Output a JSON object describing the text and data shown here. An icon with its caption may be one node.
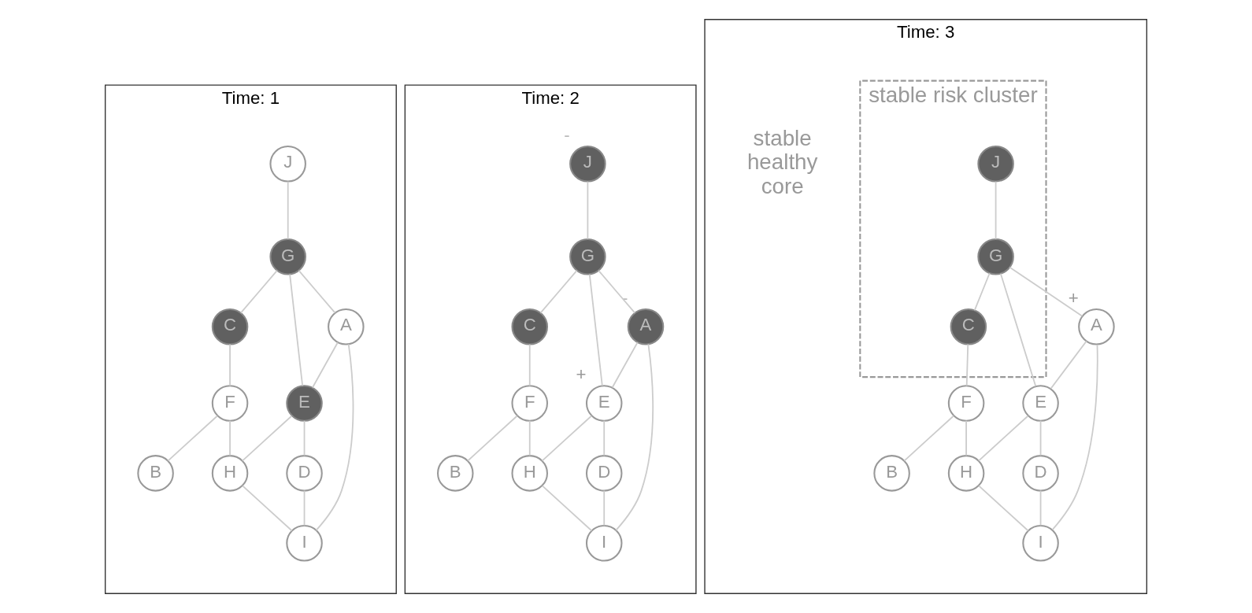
{
  "diagram": {
    "nodes": [
      {
        "text": [
          "Time: 1"
        ]
      },
      {
        "text": [
          "J"
        ],
        "in": 0
      },
      {
        "text": [
          "G"
        ],
        "in": 0
      },
      {
        "text": [
          "C"
        ],
        "in": 0
      },
      {
        "text": [
          "A"
        ],
        "in": 0
      },
      {
        "text": [
          "F"
        ],
        "in": 0
      },
      {
        "text": [
          "B"
        ],
        "in": 0
      },
      {
        "text": [
          "E"
        ],
        "in": 0
      },
      {
        "text": [
          "H"
        ],
        "in": 0
      },
      {
        "text": [
          "D"
        ],
        "in": 0
      },
      {
        "text": [
          "I"
        ],
        "in": 0
      },
      {
        "text": [
          "Time: 2"
        ]
      },
      {
        "text": [
          "J"
        ],
        "in": 11,
        "beside": [
          "-"
        ]
      },
      {
        "text": [
          "G"
        ],
        "in": 11
      },
      {
        "text": [
          "C"
        ],
        "in": 11
      },
      {
        "text": [
          "A"
        ],
        "in": 11,
        "beside": [
          "-"
        ]
      },
      {
        "text": [
          "F"
        ],
        "in": 11
      },
      {
        "text": [
          "B"
        ],
        "in": 11
      },
      {
        "text": [
          "E"
        ],
        "in": 11,
        "beside": [
          "+"
        ]
      },
      {
        "text": [
          "H"
        ],
        "in": 11
      },
      {
        "text": [
          "D"
        ],
        "in": 11
      },
      {
        "text": [
          "I"
        ],
        "in": 11
      },
      {
        "text": [
          "Time: 3"
        ]
      },
      {
        "text": [
          "stable risk cluster"
        ],
        "in": 22
      },
      {
        "text": [
          "J"
        ],
        "in": 23
      },
      {
        "text": [
          "G"
        ],
        "in": 23
      },
      {
        "text": [
          "C"
        ],
        "in": 23
      },
      {
        "text": [
          "A"
        ],
        "in": 22,
        "beside": [
          "+"
        ]
      },
      {
        "text": [
          "F"
        ],
        "in": 22
      },
      {
        "text": [
          "B"
        ],
        "in": 22
      },
      {
        "text": [
          "E"
        ],
        "in": 22
      },
      {
        "text": [
          "H"
        ],
        "in": 22
      },
      {
        "text": [
          "D"
        ],
        "in": 22
      },
      {
        "text": [
          "I"
        ],
        "in": 22
      }
    ],
    "edges": [
      {
        "from": 1,
        "to": 2,
        "arrow": "none"
      },
      {
        "from": 2,
        "to": 3,
        "arrow": "none"
      },
      {
        "from": 2,
        "to": 4,
        "arrow": "none"
      },
      {
        "from": 2,
        "to": 7,
        "arrow": "none"
      },
      {
        "from": 3,
        "to": 5,
        "arrow": "none"
      },
      {
        "from": 5,
        "to": 6,
        "arrow": "none"
      },
      {
        "from": 5,
        "to": 8,
        "arrow": "none"
      },
      {
        "from": 4,
        "to": 7,
        "arrow": "none"
      },
      {
        "from": 4,
        "to": 10,
        "arrow": "none"
      },
      {
        "from": 7,
        "to": 8,
        "arrow": "none"
      },
      {
        "from": 7,
        "to": 9,
        "arrow": "none"
      },
      {
        "from": 8,
        "to": 10,
        "arrow": "none"
      },
      {
        "from": 9,
        "to": 10,
        "arrow": "none"
      },
      {
        "from": 12,
        "to": 13,
        "arrow": "none"
      },
      {
        "from": 13,
        "to": 14,
        "arrow": "none"
      },
      {
        "from": 13,
        "to": 15,
        "arrow": "none"
      },
      {
        "from": 13,
        "to": 18,
        "arrow": "none"
      },
      {
        "from": 14,
        "to": 16,
        "arrow": "none"
      },
      {
        "from": 16,
        "to": 17,
        "arrow": "none"
      },
      {
        "from": 16,
        "to": 19,
        "arrow": "none"
      },
      {
        "from": 15,
        "to": 18,
        "arrow": "none"
      },
      {
        "from": 15,
        "to": 21,
        "arrow": "none"
      },
      {
        "from": 18,
        "to": 19,
        "arrow": "none"
      },
      {
        "from": 18,
        "to": 20,
        "arrow": "none"
      },
      {
        "from": 19,
        "to": 21,
        "arrow": "none"
      },
      {
        "from": 20,
        "to": 21,
        "arrow": "none"
      },
      {
        "from": 24,
        "to": 25,
        "arrow": "none"
      },
      {
        "from": 25,
        "to": 26,
        "arrow": "none"
      },
      {
        "from": 25,
        "to": 27,
        "arrow": "none"
      },
      {
        "from": 25,
        "to": 30,
        "arrow": "none"
      },
      {
        "from": 26,
        "to": 28,
        "arrow": "none"
      },
      {
        "from": 28,
        "to": 29,
        "arrow": "none"
      },
      {
        "from": 28,
        "to": 31,
        "arrow": "none"
      },
      {
        "from": 27,
        "to": 30,
        "arrow": "none"
      },
      {
        "from": 27,
        "to": 33,
        "arrow": "none"
      },
      {
        "from": 30,
        "to": 31,
        "arrow": "none"
      },
      {
        "from": 30,
        "to": 32,
        "arrow": "none"
      },
      {
        "from": 31,
        "to": 33,
        "arrow": "none"
      },
      {
        "from": 32,
        "to": 33,
        "arrow": "none"
      }
    ],
    "labels": [
      "stable healthy core"
    ]
  }
}
